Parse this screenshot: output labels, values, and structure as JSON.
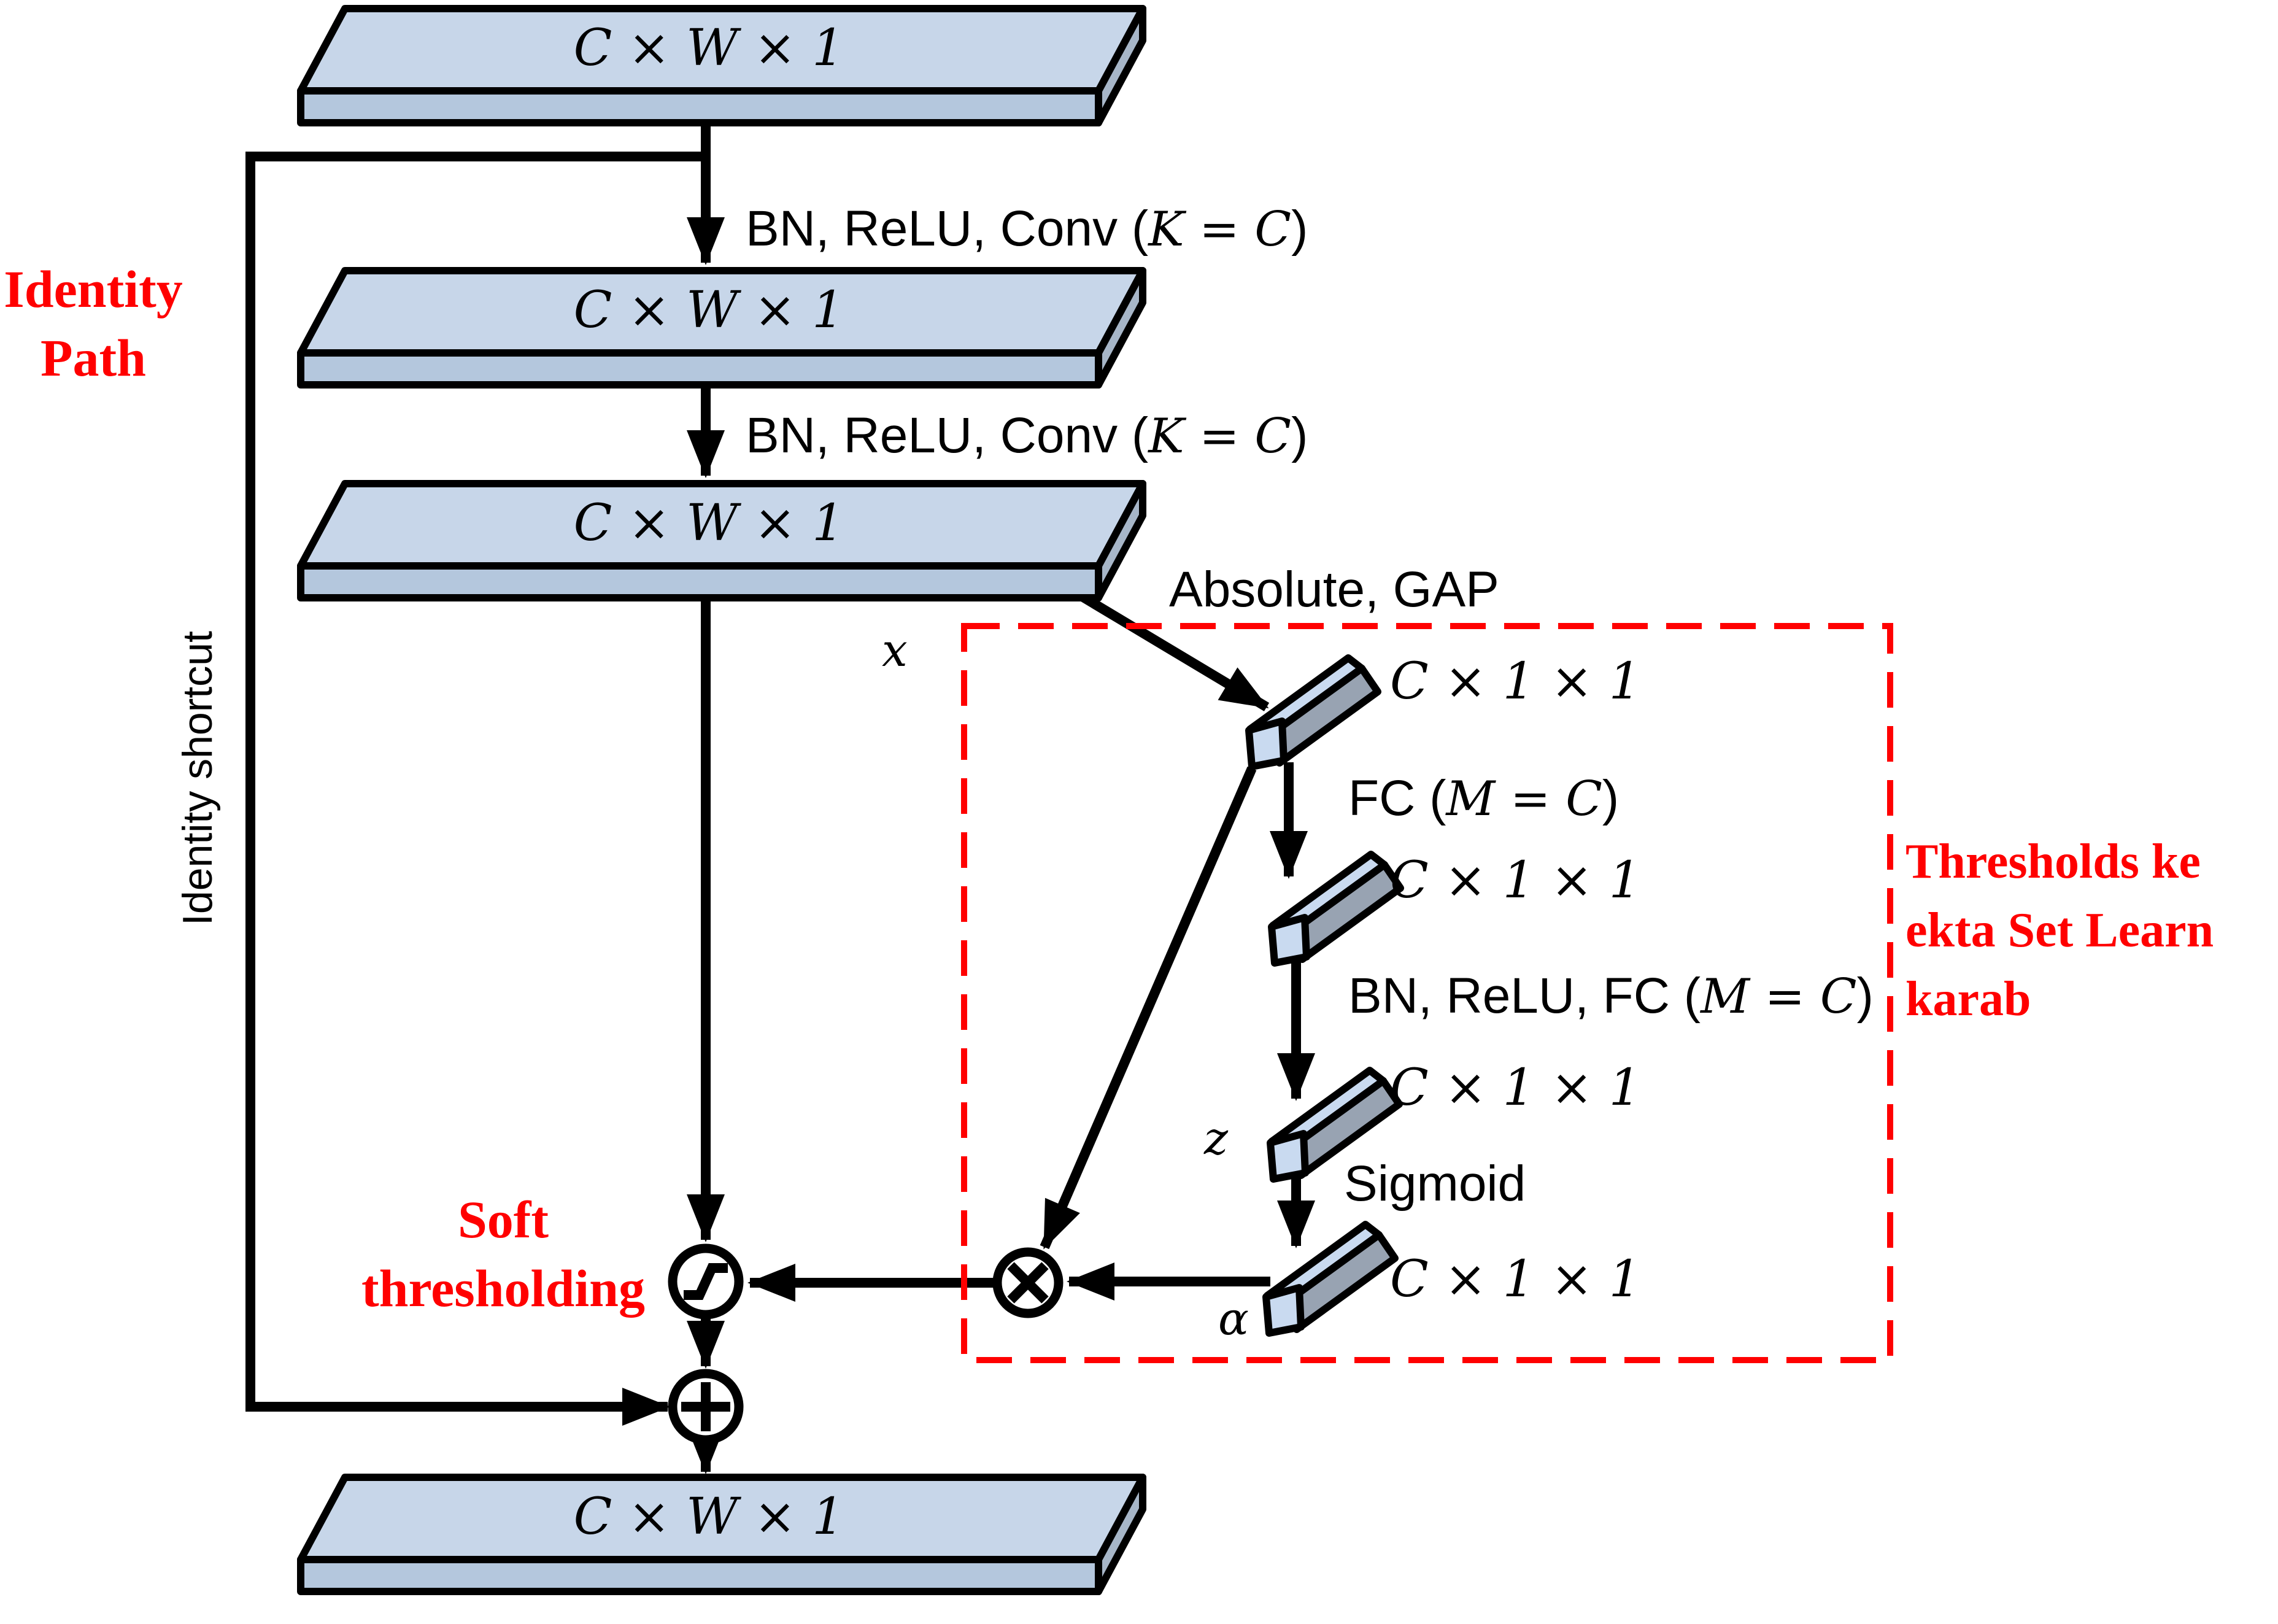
{
  "figure": {
    "type": "neural-network-block-diagram",
    "description": "Residual shrinkage building block with channel-wise thresholds",
    "background": "#ffffff"
  },
  "colors": {
    "slab_top_face": "#c7d6e9",
    "slab_front_face": "#b4c7dd",
    "slab_side_face": "#a7b6c8",
    "bar_light_face": "#c9daf0",
    "bar_gray_face": "#98a3b2",
    "outline": "#000000",
    "accent_red": "#ff0000"
  },
  "tensors": {
    "input_label": "C × W × 1",
    "conv1_out_label": "C × W × 1",
    "conv2_out_label": "C × W × 1",
    "output_label": "C × W × 1",
    "gap_out_label": "C × 1 × 1",
    "fc1_out_label": "C × 1 × 1",
    "fc2_out_label": "C × 1 × 1",
    "alpha_out_label": "C × 1 × 1"
  },
  "ops": {
    "conv1": {
      "prefix": "BN, ReLU, Conv (",
      "math": "K = C",
      "suffix": ")"
    },
    "conv2": {
      "prefix": "BN, ReLU, Conv (",
      "math": "K = C",
      "suffix": ")"
    },
    "absolute_gap": "Absolute, GAP",
    "fc1": {
      "prefix": "FC (",
      "math": "M = C",
      "suffix": ")"
    },
    "fc2": {
      "prefix": "BN, ReLU, FC (",
      "math": "M = C",
      "suffix": ")"
    },
    "sigmoid": "Sigmoid"
  },
  "variables": {
    "x": "x",
    "z": "z",
    "alpha": "α"
  },
  "annotations": {
    "identity_path": {
      "line1": "Identity",
      "line2": "Path",
      "color": "#ff0000"
    },
    "identity_shortcut": "Identity shortcut",
    "soft_thresholding": {
      "line1": "Soft",
      "line2": "thresholding",
      "color": "#ff0000"
    },
    "thresholds_note": {
      "line1": "Thresholds ke",
      "line2": "ekta Set Learn",
      "line3": "karab",
      "color": "#ff0000"
    }
  },
  "operators": {
    "soft_threshold": {
      "name": "soft-threshold-operator",
      "glyph": "circle-with-soft-threshold-curve"
    },
    "multiply": {
      "name": "elementwise-multiply-operator",
      "glyph": "circle-cross"
    },
    "add": {
      "name": "elementwise-add-operator",
      "glyph": "circle-plus"
    }
  }
}
